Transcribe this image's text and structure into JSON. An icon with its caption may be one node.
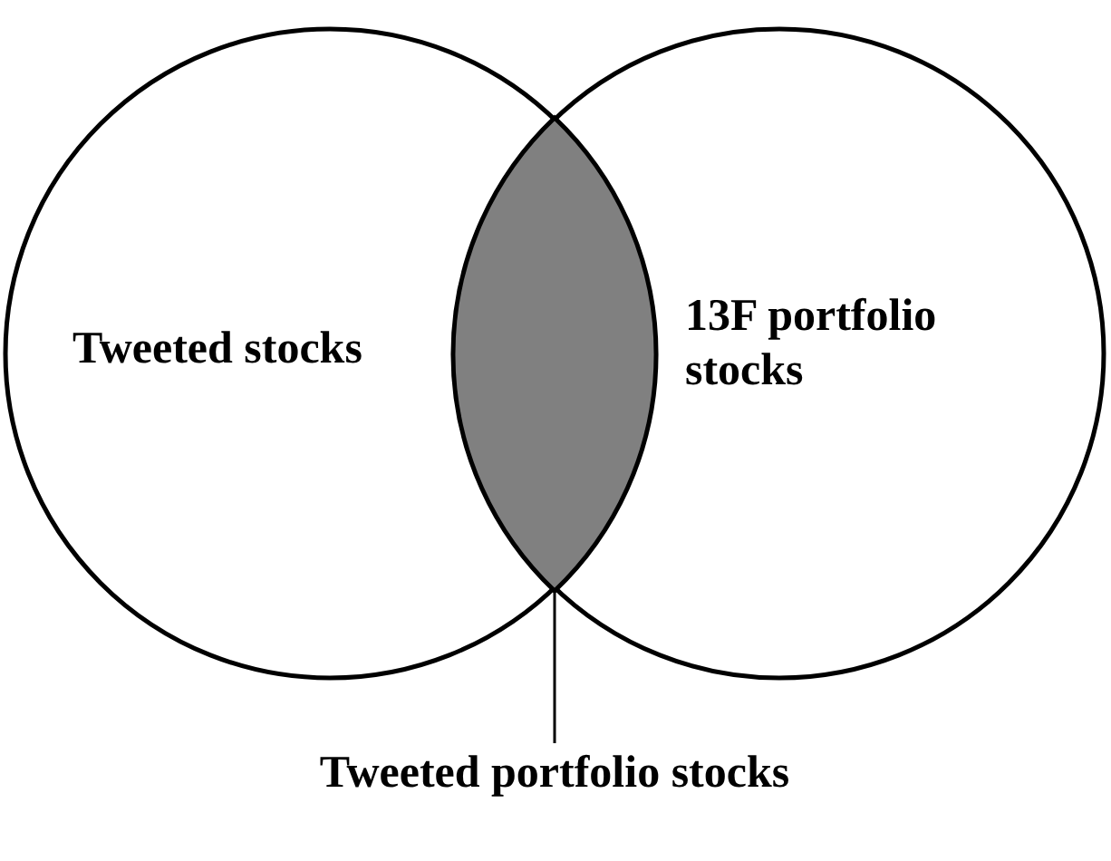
{
  "diagram": {
    "nodes": [
      {
        "text": [
          "Tweeted stocks"
        ]
      },
      {
        "text": [
          "13F portfolio stocks"
        ]
      },
      {
        "text": [],
        "shape": "lens"
      },
      {
        "text": [
          "Tweeted portfolio stocks"
        ]
      }
    ],
    "edges": [
      {
        "from": 3,
        "to": 2,
        "arrow": "none"
      }
    ]
  }
}
